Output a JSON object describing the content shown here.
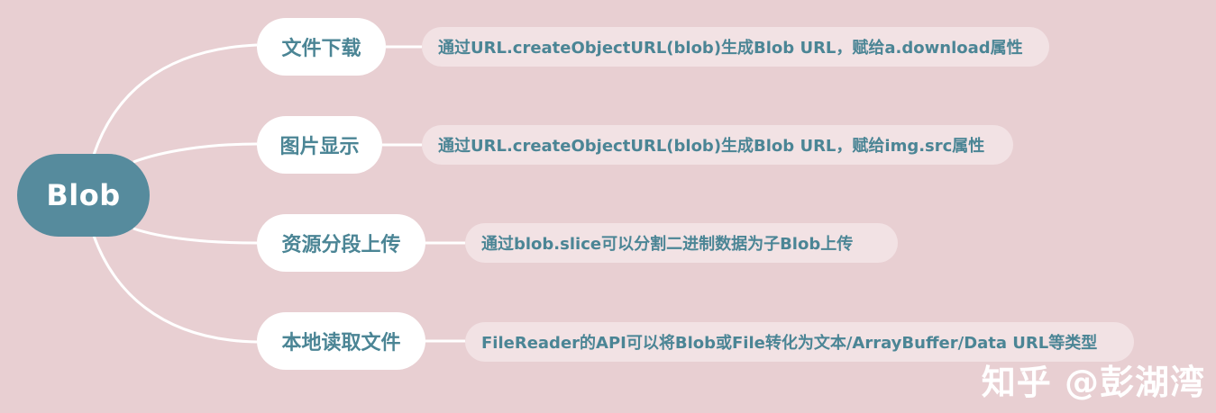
{
  "root": {
    "label": "Blob"
  },
  "branches": [
    {
      "label": "文件下载",
      "note": "通过URL.createObjectURL(blob)生成Blob URL，赋给a.download属性"
    },
    {
      "label": "图片显示",
      "note": "通过URL.createObjectURL(blob)生成Blob URL，赋给img.src属性"
    },
    {
      "label": "资源分段上传",
      "note": "通过blob.slice可以分割二进制数据为子Blob上传"
    },
    {
      "label": "本地读取文件",
      "note": "FileReader的API可以将Blob或File转化为文本/ArrayBuffer/Data URL等类型"
    }
  ],
  "watermark": "知乎 @彭湖湾",
  "colors": {
    "background": "#e8cfd2",
    "root_fill": "#568b9d",
    "branch_fill": "#ffffff",
    "note_fill": "#f2e2e4",
    "text_accent": "#4b8595",
    "connector": "#ffffff"
  }
}
